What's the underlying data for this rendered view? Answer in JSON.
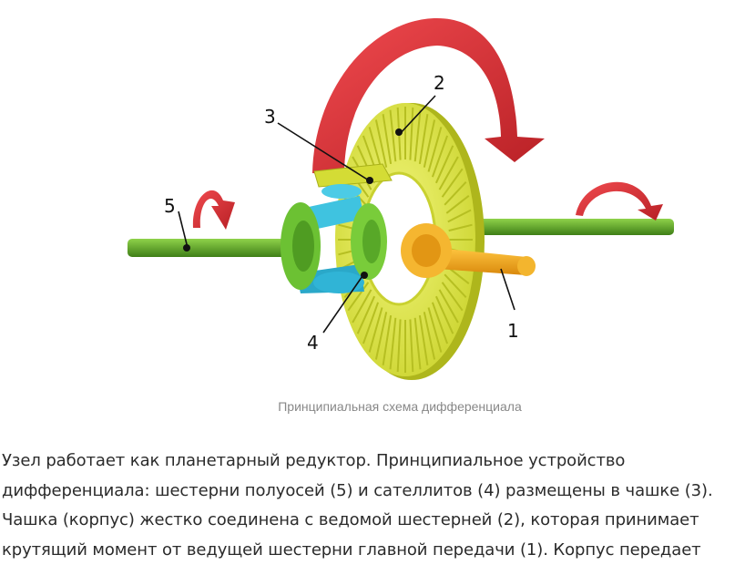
{
  "figure": {
    "labels": {
      "l1": "1",
      "l2": "2",
      "l3": "3",
      "l4": "4",
      "l5": "5"
    },
    "colors": {
      "axle": "#5fa82a",
      "ring_gear": "#e3eb4f",
      "pinion": "#f0a820",
      "satellite": "#33b9d9",
      "arrow": "#e2393f"
    }
  },
  "caption": "Принципиальная схема дифференциала",
  "paragraph": {
    "lines": [
      "Узел работает как планетарный редуктор. Принципиальное устройство",
      "дифференциала: шестерни полуосей (5) и сателлитов (4) размещены в чашке (3).",
      "Чашка (корпус) жестко соединена с ведомой шестерней (2), которая принимает",
      "крутящий момент от ведущей шестерни главной передачи (1). Корпус передает"
    ]
  }
}
